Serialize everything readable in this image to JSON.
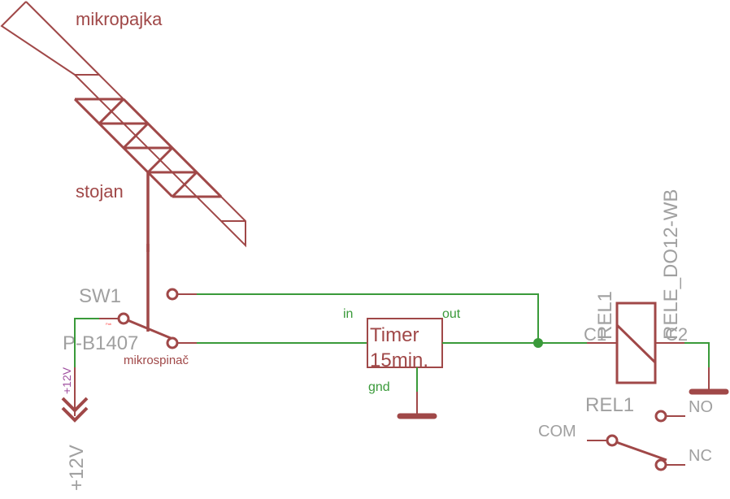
{
  "colors": {
    "symbol": "#a04848",
    "wire": "#3a9a3a",
    "name_label": "#a0a0a0",
    "pin_label": "#3a9a3a",
    "supply_label": "#a050a0",
    "marker": "#ff4040"
  },
  "labels": {
    "soldering_iron": "mikropajka",
    "stand": "stojan",
    "microswitch": "mikrospinač"
  },
  "switch": {
    "name": "SW1",
    "value": "P-B1407"
  },
  "supply": {
    "net_label": "+12V",
    "symbol_label": "+12V"
  },
  "timer": {
    "line1": "Timer",
    "line2": "15min.",
    "pin_in": "in",
    "pin_out": "out",
    "pin_gnd": "gnd"
  },
  "relay": {
    "name": "REL1",
    "value": "RELE_DO12-WB",
    "coil_pin1": "C1",
    "coil_pin2": "C2",
    "contact_name": "REL1",
    "contact_com": "COM",
    "contact_no": "NO",
    "contact_nc": "NC"
  },
  "pin_marker": "Pab"
}
